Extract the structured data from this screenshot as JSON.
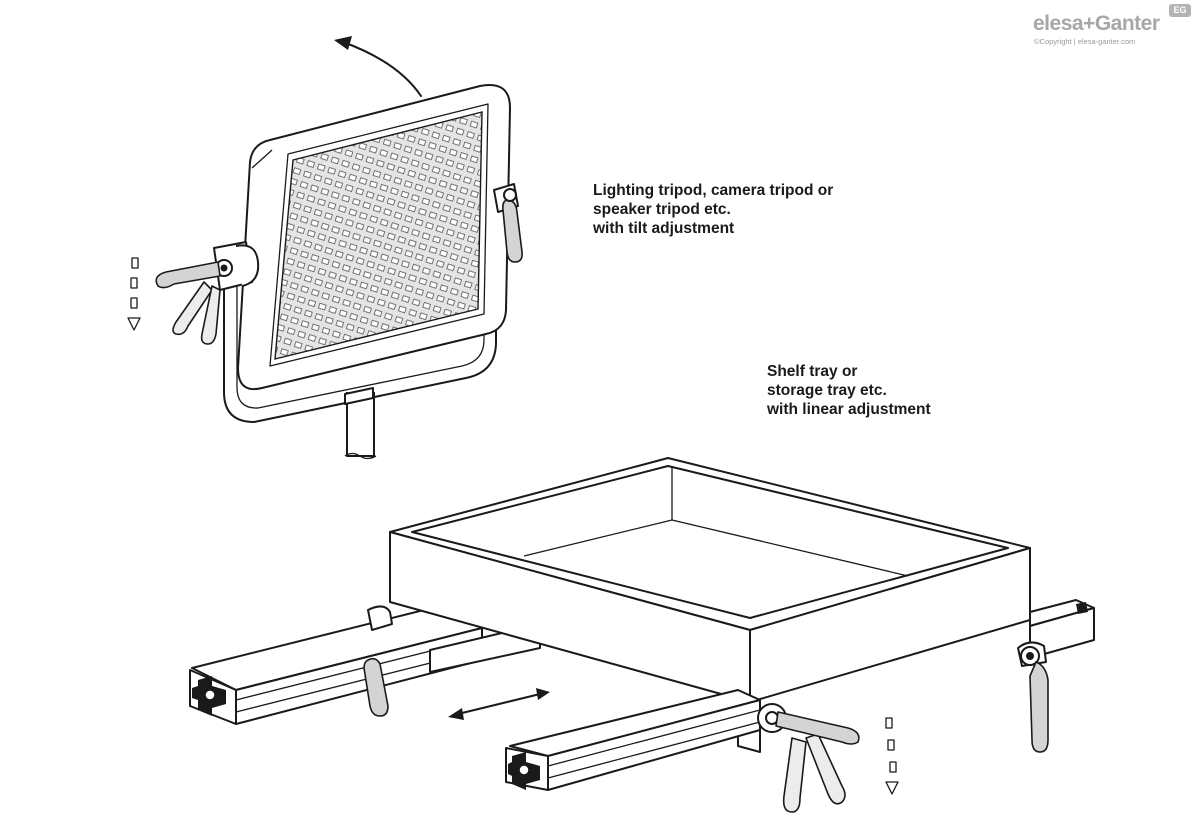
{
  "brand": {
    "name": "elesa+Ganter",
    "badge": "EG",
    "copyright": "©Copyright | elesa-ganter.com"
  },
  "captions": {
    "tripod": {
      "lines": [
        "Lighting tripod, camera tripod or",
        "speaker tripod etc.",
        "with tilt adjustment"
      ]
    },
    "shelf": {
      "lines": [
        "Shelf tray or",
        "storage tray etc.",
        "with linear adjustment"
      ]
    }
  }
}
